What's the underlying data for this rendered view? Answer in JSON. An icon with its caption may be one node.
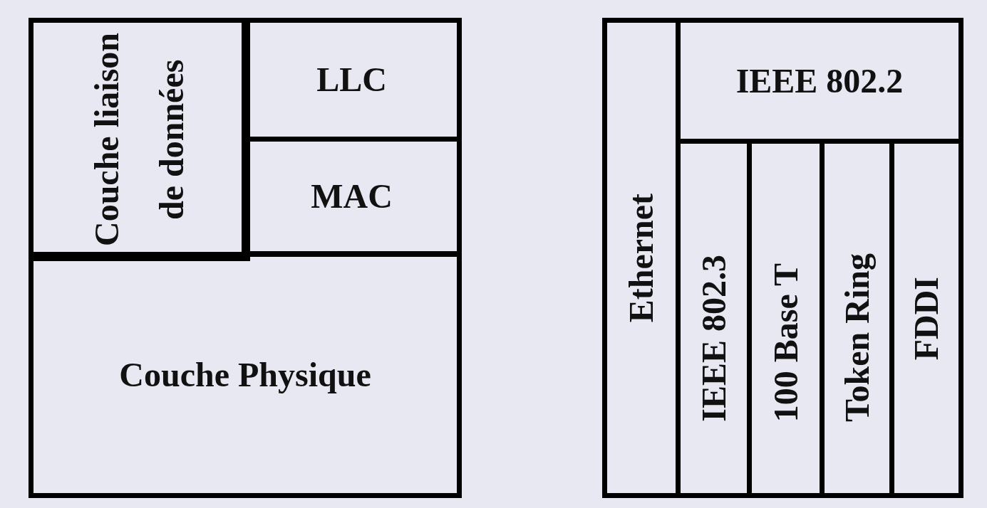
{
  "diagram": {
    "nodes": [
      {
        "text": [
          "Couche liaison de données"
        ]
      },
      {
        "text": [
          "LLC"
        ]
      },
      {
        "text": [
          "MAC"
        ]
      },
      {
        "text": [
          "Couche Physique"
        ]
      },
      {
        "text": [
          "Ethernet"
        ]
      },
      {
        "text": [
          "IEEE 802.2"
        ]
      },
      {
        "text": [
          "IEEE 802.3"
        ]
      },
      {
        "text": [
          "100 Base T"
        ]
      },
      {
        "text": [
          "Token Ring"
        ]
      },
      {
        "text": [
          "FDDI"
        ]
      }
    ]
  }
}
